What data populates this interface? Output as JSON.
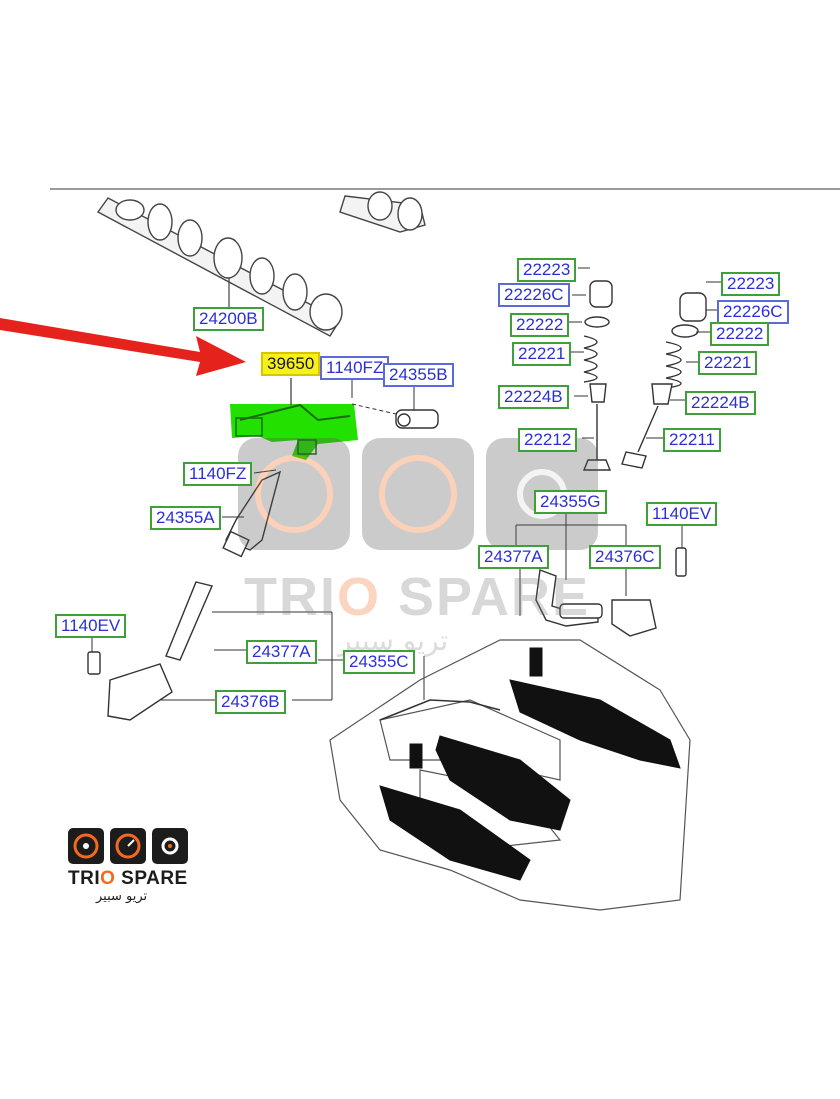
{
  "labels": [
    {
      "text": "24200B",
      "style": "green"
    },
    {
      "text": "39650",
      "style": "highlight"
    },
    {
      "text": "1140FZ",
      "style": "blue"
    },
    {
      "text": "24355B",
      "style": "blue"
    },
    {
      "text": "1140FZ",
      "style": "green"
    },
    {
      "text": "24355A",
      "style": "green"
    },
    {
      "text": "22223",
      "style": "green"
    },
    {
      "text": "22226C",
      "style": "blue"
    },
    {
      "text": "22222",
      "style": "green"
    },
    {
      "text": "22221",
      "style": "green"
    },
    {
      "text": "22224B",
      "style": "green"
    },
    {
      "text": "22212",
      "style": "green"
    },
    {
      "text": "22223",
      "style": "green"
    },
    {
      "text": "22226C",
      "style": "blue"
    },
    {
      "text": "22222",
      "style": "green"
    },
    {
      "text": "22221",
      "style": "green"
    },
    {
      "text": "22224B",
      "style": "green"
    },
    {
      "text": "22211",
      "style": "green"
    },
    {
      "text": "24355G",
      "style": "green"
    },
    {
      "text": "1140EV",
      "style": "green"
    },
    {
      "text": "24377A",
      "style": "green"
    },
    {
      "text": "24376C",
      "style": "green"
    },
    {
      "text": "1140EV",
      "style": "green"
    },
    {
      "text": "24377A",
      "style": "green"
    },
    {
      "text": "24355C",
      "style": "green"
    },
    {
      "text": "24376B",
      "style": "green"
    }
  ],
  "brand": {
    "name_part1": "TRI",
    "name_o": "O",
    "name_part2": " SPARE",
    "arabic": "تريو سبير"
  },
  "watermark": {
    "name_part1": "TRI",
    "name_o": "O",
    "name_part2": " SPARE",
    "arabic": "تريو سبير"
  },
  "colors": {
    "label_border_green": "#3f9f3a",
    "label_border_blue": "#5a6ad8",
    "label_text": "#2b2fd6",
    "highlight_yellow": "#f4f21a",
    "highlight_green": "#22e000",
    "arrow_red": "#e5231c",
    "brand_orange": "#f36a1c"
  }
}
